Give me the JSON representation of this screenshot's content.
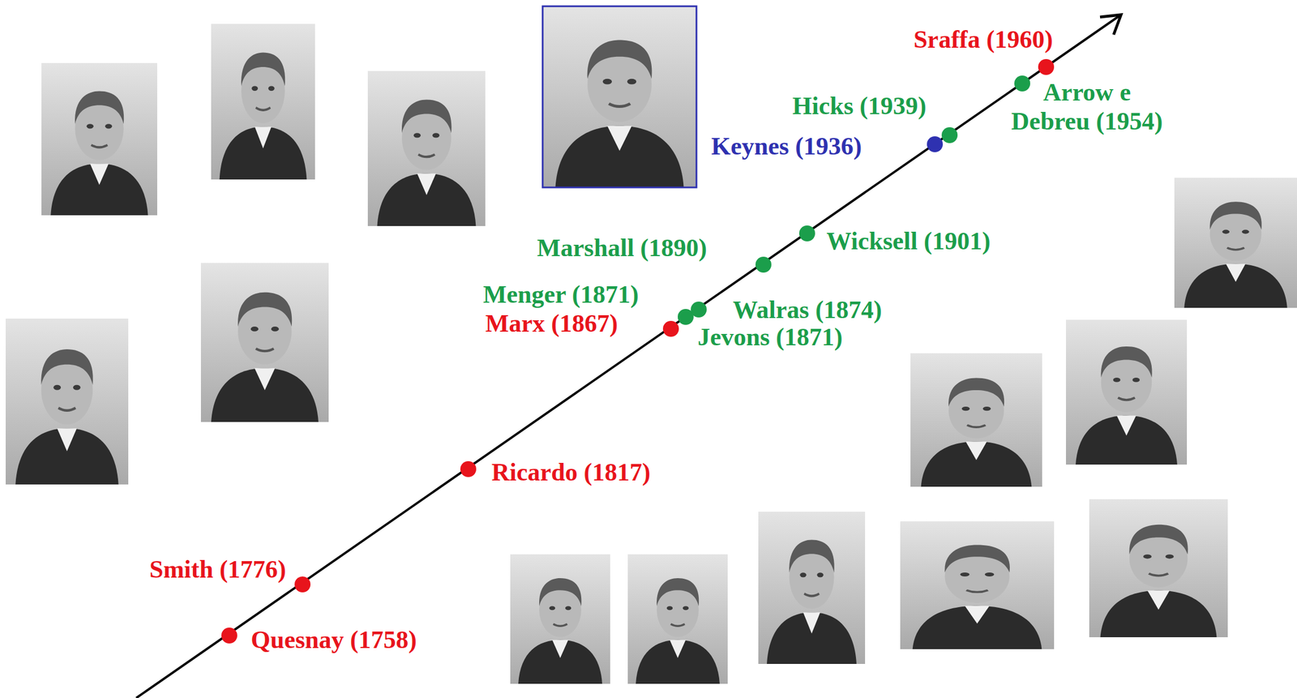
{
  "diagram": {
    "labels": [
      "Quesnay (1758)",
      "Smith (1776)",
      "Ricardo (1817)",
      "Marx (1867)",
      "Menger (1871)",
      "Jevons (1871)",
      "Walras (1874)",
      "Marshall (1890)",
      "Wicksell (1901)",
      "Keynes (1936)",
      "Hicks (1939)",
      "Arrow e Debreu (1954)",
      "Sraffa (1960)"
    ]
  }
}
